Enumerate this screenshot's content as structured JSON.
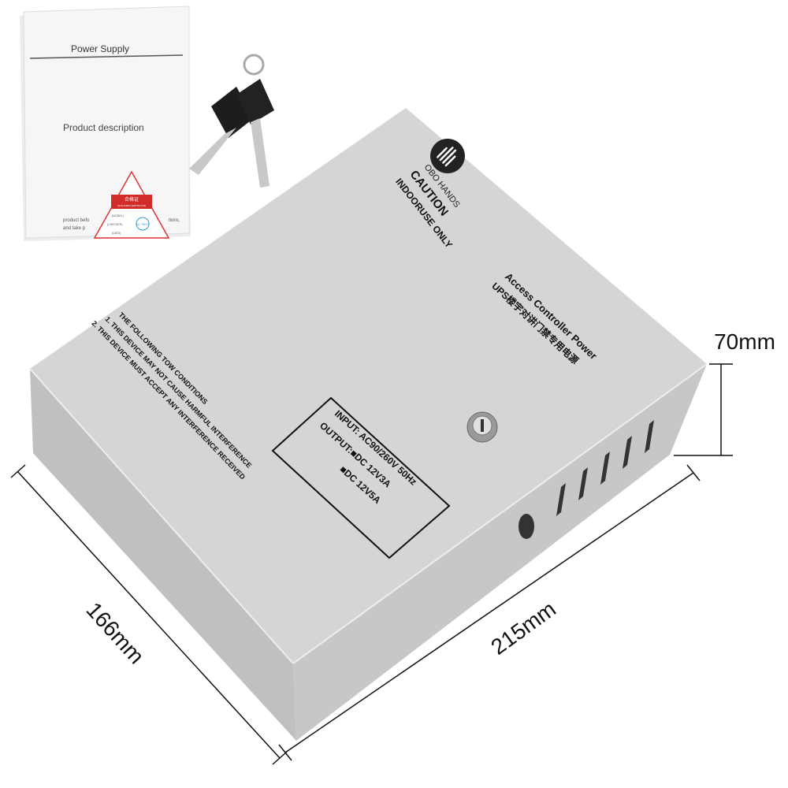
{
  "manual": {
    "title": "Power Supply",
    "subtitle": "Product description",
    "text_line_1": "product befo",
    "text_line_2": "and take p",
    "text_line_1_end": "tions,",
    "certificate": {
      "title_cn": "合格证",
      "title_en": "QUALIFIED CERTIFICATE",
      "model": "(MODEL)",
      "checker": "(CHECKER)",
      "date": "(DATE)",
      "stamp": "QC PASS"
    }
  },
  "box": {
    "logo_text": "OBO HANDS",
    "caution": "CAUTION",
    "indoor": "INDOORUSE ONLY",
    "conditions_title": "THE FOLLOWING TOW CONDITIONS",
    "condition_1": "1. THIS DEVICE MAY NOT CAUSE HARMFUL INTERFERENCE",
    "condition_2": "2. THIS DEVICE MUST ACCEPT ANY INTERFERENCE RECEIVED",
    "product_name": "Access Controller Power",
    "product_name_cn": "UPS楼宇对讲门禁专用电源",
    "input": "INPUT: AC90/260V 50Hz",
    "output_1": "OUTPUT:■DC 12V3A",
    "output_2": "■DC 12V5A",
    "color": "#d4d5d6"
  },
  "dimensions": {
    "height": "70mm",
    "depth": "166mm",
    "width": "215mm"
  }
}
